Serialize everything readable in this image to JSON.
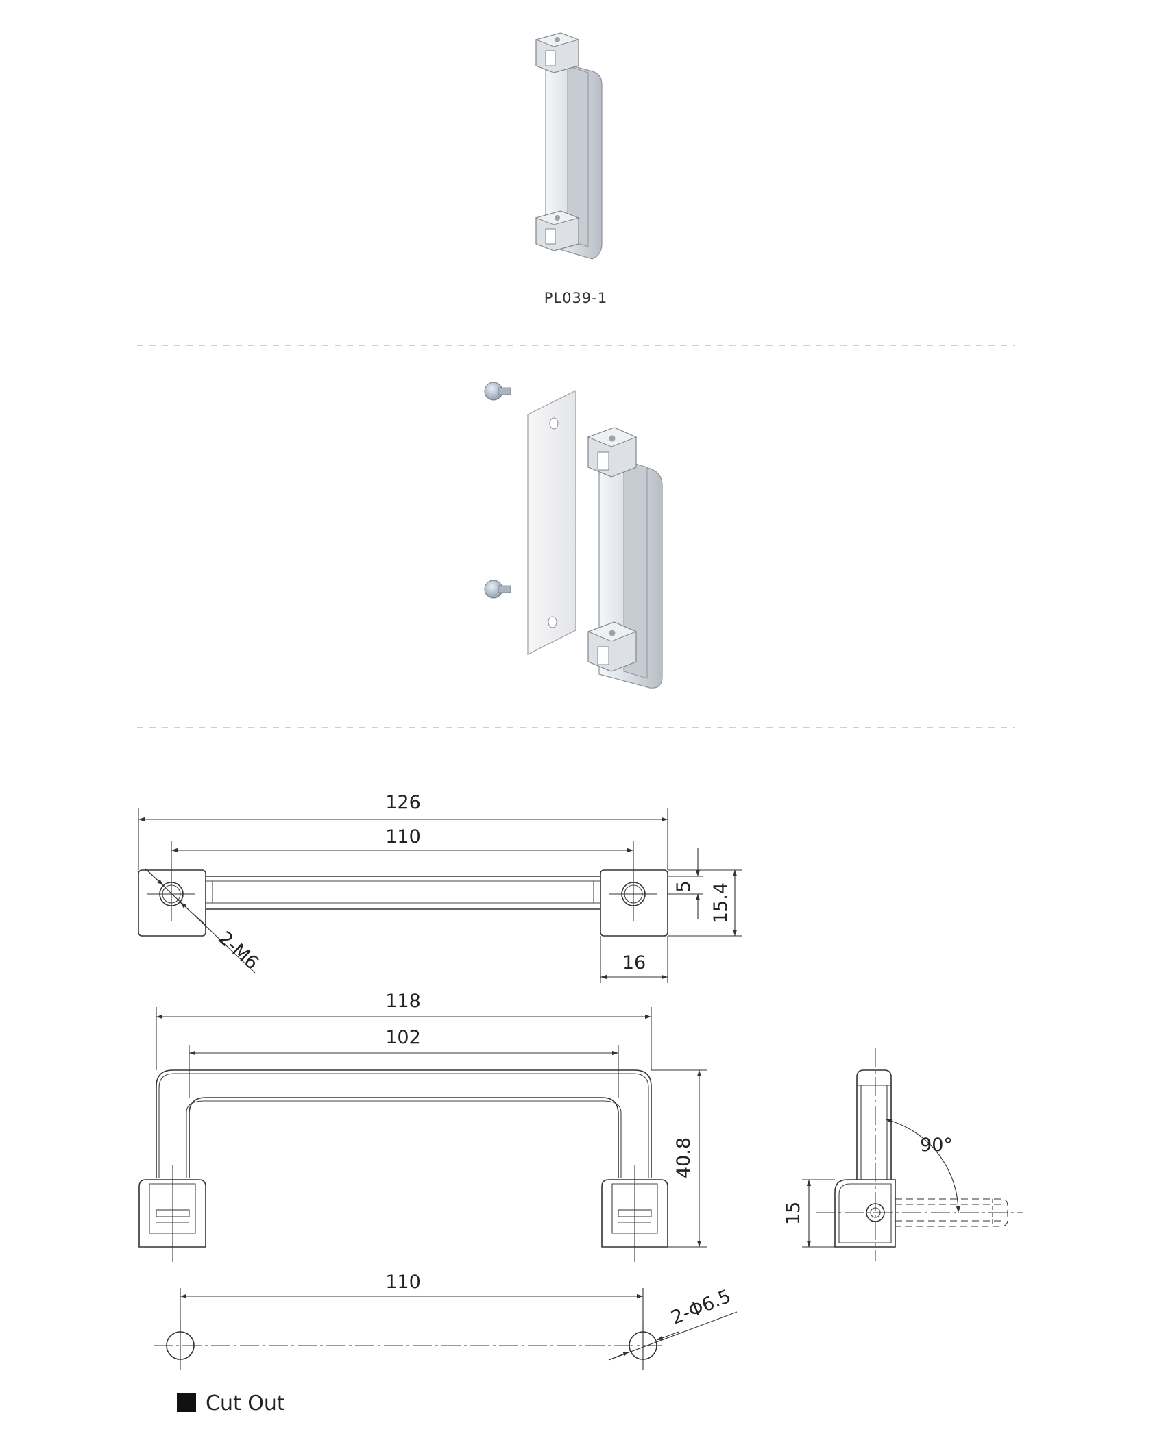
{
  "product": {
    "code": "PL039-1"
  },
  "dimensions": {
    "top_view": {
      "overall_length": "126",
      "hole_pitch": "110",
      "thread": "2-M6",
      "foot_width": "16",
      "hole_offset": "5",
      "foot_depth": "15.4"
    },
    "front_view": {
      "outer_length": "118",
      "inner_length": "102",
      "height": "40.8"
    },
    "side_view": {
      "angle": "90°",
      "base_height": "15"
    },
    "cutout": {
      "hole_pitch": "110",
      "hole_diameter": "2-Φ6.5"
    }
  },
  "legend": {
    "label": "Cut Out"
  },
  "colors": {
    "line": "#333333",
    "metal_light": "#e9ecef",
    "metal_mid": "#c9ced4",
    "metal_dark": "#9aa1a8",
    "plate": "#eeeff0",
    "separator": "#cfcfcf"
  },
  "icons": {
    "legend_marker": "filled-square"
  }
}
